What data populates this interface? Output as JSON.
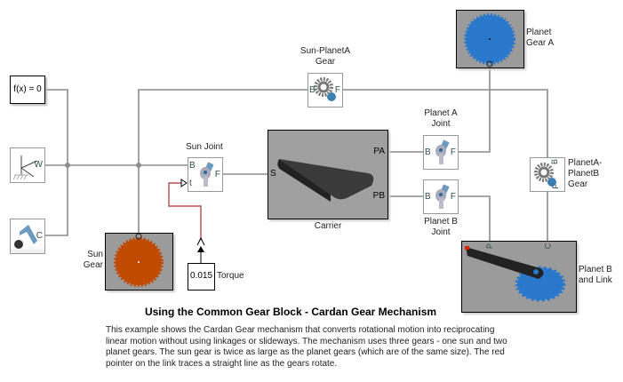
{
  "blocks": {
    "constraint": {
      "text": "f(x) = 0"
    },
    "world": {
      "port": "W"
    },
    "config": {
      "port": "C"
    },
    "sun_joint": {
      "label": "Sun Joint",
      "port_b": "B",
      "port_f": "F",
      "port_t": "t"
    },
    "sun_planet_gear": {
      "label_line1": "Sun-PlanetA",
      "label_line2": "Gear",
      "port_b": "B",
      "port_f": "F"
    },
    "carrier": {
      "label": "Carrier",
      "port_s": "S",
      "port_pa": "PA",
      "port_pb": "PB"
    },
    "planet_a_joint": {
      "label_line1": "Planet A",
      "label_line2": "Joint",
      "port_b": "B",
      "port_f": "F"
    },
    "planet_b_joint": {
      "label_line1": "Planet B",
      "label_line2": "Joint",
      "port_b": "B",
      "port_f": "F"
    },
    "planet_gear_a": {
      "label_line1": "Planet",
      "label_line2": "Gear A"
    },
    "planet_planet_gear": {
      "label_line1": "PlanetA-",
      "label_line2": "PlanetB",
      "label_line3": "Gear",
      "port_b": "B",
      "port_f": "F"
    },
    "planet_b_link": {
      "label_line1": "Planet B",
      "label_line2": "and Link",
      "port_p": "P",
      "port_c": "C"
    },
    "sun_gear": {
      "label_line1": "Sun",
      "label_line2": "Gear"
    },
    "torque": {
      "value": "0.015",
      "label": "Torque"
    }
  },
  "colors": {
    "sun_gear": "#c04a00",
    "planet_gear": "#2a78cc",
    "signal_line": "#b05050",
    "connection_line": "#8c8c8c"
  },
  "annotation": {
    "title": "Using the Common Gear Block - Cardan Gear Mechanism",
    "description": "This example shows the Cardan Gear mechanism that converts rotational motion into reciprocating linear motion without using linkages or slideways. The mechanism uses three gears - one sun and two planet gears. The sun gear is twice as large as the planet gears (which are of the same size). The red pointer on the link traces a straight line as the gears rotate."
  }
}
